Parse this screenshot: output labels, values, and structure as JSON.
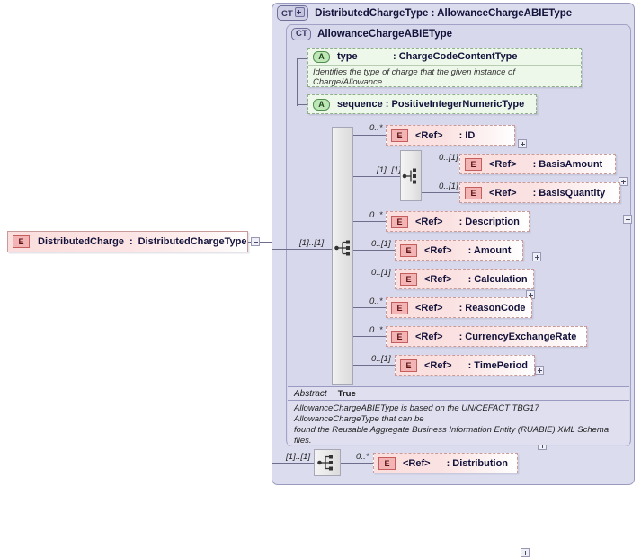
{
  "diagram": {
    "title": "XSD schema diagram for DistributedChargeType",
    "root_element": {
      "badge": "E",
      "name": "DistributedCharge",
      "separator": ":",
      "type": "DistributedChargeType",
      "toggle": "minus"
    },
    "outer_container": {
      "badge": "CT",
      "badge_toggle": "plus",
      "label": "DistributedChargeType : AllowanceChargeABIEType"
    },
    "inner_container": {
      "badge": "CT",
      "label": "AllowanceChargeABIEType"
    },
    "attributes": [
      {
        "badge": "A",
        "name": "type",
        "separator": ": ChargeCodeContentType",
        "documentation": "Identifies the type of charge that the given instance of Charge/Allowance."
      },
      {
        "badge": "A",
        "name": "sequence : PositiveIntegerNumericType",
        "separator": "",
        "documentation": ""
      }
    ],
    "sequence_cardinality": "[1]..[1]",
    "choice_cardinality": "[1]..[1]",
    "distribution_cardinality": "[1]..[1]",
    "particles": [
      {
        "cardinality": "0..*",
        "badge": "E",
        "tag": "<Ref>",
        "name": ": ID"
      },
      {
        "cardinality": "0..[1]",
        "badge": "E",
        "tag": "<Ref>",
        "name": ": BasisAmount"
      },
      {
        "cardinality": "0..[1]",
        "badge": "E",
        "tag": "<Ref>",
        "name": ": BasisQuantity"
      },
      {
        "cardinality": "0..*",
        "badge": "E",
        "tag": "<Ref>",
        "name": ": Description"
      },
      {
        "cardinality": "0..[1]",
        "badge": "E",
        "tag": "<Ref>",
        "name": ": Amount"
      },
      {
        "cardinality": "0..[1]",
        "badge": "E",
        "tag": "<Ref>",
        "name": ": Calculation"
      },
      {
        "cardinality": "0..*",
        "badge": "E",
        "tag": "<Ref>",
        "name": ": ReasonCode"
      },
      {
        "cardinality": "0..*",
        "badge": "E",
        "tag": "<Ref>",
        "name": ": CurrencyExchangeRate"
      },
      {
        "cardinality": "0..[1]",
        "badge": "E",
        "tag": "<Ref>",
        "name": ": TimePeriod"
      },
      {
        "cardinality": "0..*",
        "badge": "E",
        "tag": "<Ref>",
        "name": ": Distribution"
      }
    ],
    "abstract": {
      "label": "Abstract",
      "value": "True",
      "documentation_line1": "AllowanceChargeABIEType is based on the UN/CEFACT TBG17 AllowanceChargeType that can be",
      "documentation_line2": "found the Reusable Aggregate Business Information Entity (RUABIE) XML Schema files."
    },
    "colors": {
      "container_fill": "#dcdcef",
      "container_border": "#9a9ac0",
      "attribute_fill": "#eef8ea",
      "attribute_border": "#8fae8a",
      "element_fill": "#fbdede",
      "element_border": "#c99a9a",
      "connector": "#6e6e8c"
    }
  }
}
